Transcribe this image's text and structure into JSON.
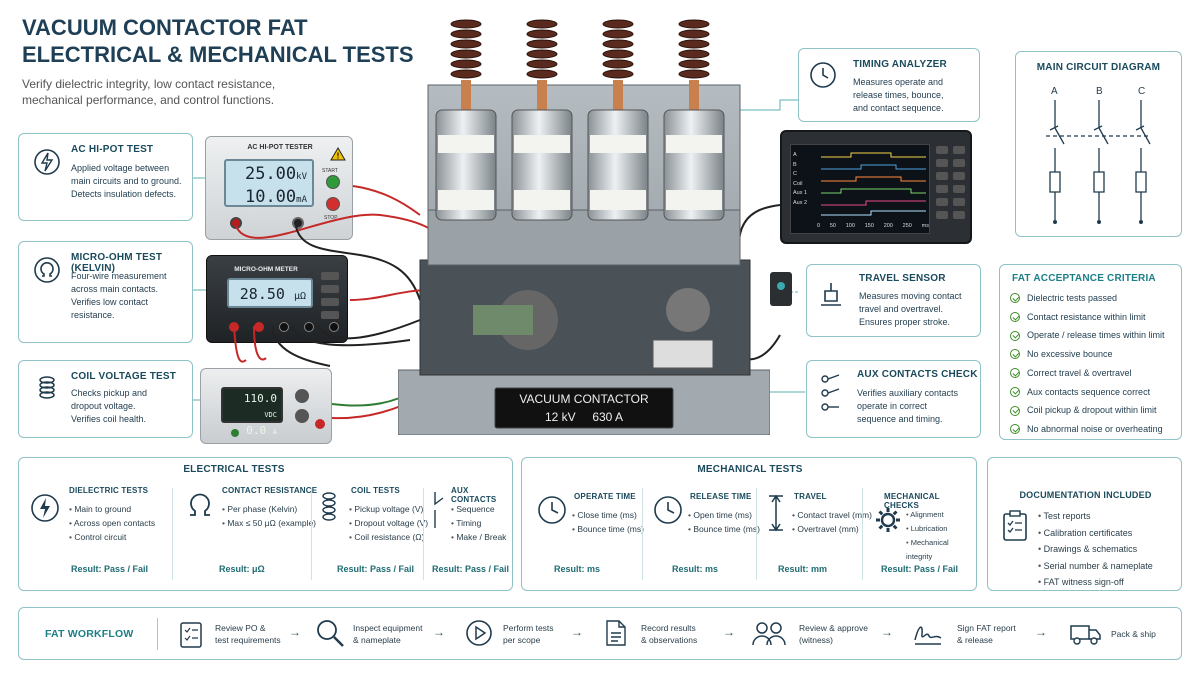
{
  "title_line1": "VACUUM CONTACTOR FAT",
  "title_line2": "ELECTRICAL & MECHANICAL TESTS",
  "subtitle_line1": "Verify dielectric integrity, low contact resistance,",
  "subtitle_line2": "mechanical performance, and control functions.",
  "left_panels": [
    {
      "title": "AC HI-POT TEST",
      "lines": [
        "Applied voltage between",
        "main circuits and to ground.",
        "Detects insulation defects."
      ]
    },
    {
      "title": "MICRO-OHM TEST (KELVIN)",
      "lines": [
        "Four-wire measurement",
        "across main contacts.",
        "Verifies low contact",
        "resistance."
      ]
    },
    {
      "title": "COIL VOLTAGE TEST",
      "lines": [
        "Checks pickup and",
        "dropout voltage.",
        "Verifies coil health."
      ]
    }
  ],
  "hipot": {
    "name": "AC HI-POT TESTER",
    "kv": "25.00",
    "kv_unit": "kV",
    "ma": "10.00",
    "ma_unit": "mA",
    "start": "START",
    "stop": "STOP"
  },
  "micro": {
    "name": "MICRO-OHM METER",
    "value": "28.50",
    "unit": "μΩ"
  },
  "coil": {
    "value": "110.0",
    "unit": "VDC",
    "value2": "0.0",
    "unit2": "A"
  },
  "right_panels": [
    {
      "title": "TIMING ANALYZER",
      "lines": [
        "Measures operate and",
        "release times, bounce,",
        "and contact sequence."
      ]
    },
    {
      "title": "TRAVEL SENSOR",
      "lines": [
        "Measures moving contact",
        "travel and overtravel.",
        "Ensures proper stroke."
      ]
    },
    {
      "title": "AUX CONTACTS CHECK",
      "lines": [
        "Verifies auxiliary contacts",
        "operate in correct",
        "sequence and timing."
      ]
    }
  ],
  "analyzer": {
    "channels": [
      "A",
      "B",
      "C",
      "Coil",
      "Aux 1",
      "Aux 2"
    ],
    "ticks": [
      "0",
      "50",
      "100",
      "150",
      "200",
      "250",
      "ms"
    ]
  },
  "nameplate": {
    "line1": "VACUUM CONTACTOR",
    "line2": "12 kV     630 A"
  },
  "circuit": {
    "title": "MAIN CIRCUIT DIAGRAM",
    "phases": [
      "A",
      "B",
      "C"
    ]
  },
  "criteria": {
    "title": "FAT ACCEPTANCE CRITERIA",
    "items": [
      "Dielectric tests passed",
      "Contact resistance within limit",
      "Operate / release times within limit",
      "No excessive bounce",
      "Correct travel & overtravel",
      "Aux contacts sequence correct",
      "Coil pickup & dropout within limit",
      "No abnormal noise or overheating"
    ]
  },
  "electrical": {
    "title": "ELECTRICAL TESTS",
    "cols": [
      {
        "title": "DIELECTRIC TESTS",
        "items": [
          "Main to ground",
          "Across open contacts",
          "Control circuit"
        ],
        "result": "Result: Pass / Fail"
      },
      {
        "title": "CONTACT RESISTANCE",
        "items": [
          "Per phase (Kelvin)",
          "Max ≤ 50 μΩ (example)"
        ],
        "result": "Result: μΩ"
      },
      {
        "title": "COIL TESTS",
        "items": [
          "Pickup voltage (V)",
          "Dropout voltage (V)",
          "Coil resistance (Ω)"
        ],
        "result": "Result: Pass / Fail"
      },
      {
        "title": "AUX CONTACTS",
        "items": [
          "Sequence",
          "Timing",
          "Make / Break"
        ],
        "result": "Result: Pass / Fail"
      }
    ]
  },
  "mechanical": {
    "title": "MECHANICAL TESTS",
    "cols": [
      {
        "title": "OPERATE TIME",
        "items": [
          "Close time (ms)",
          "Bounce time (ms)"
        ],
        "result": "Result: ms"
      },
      {
        "title": "RELEASE TIME",
        "items": [
          "Open time (ms)",
          "Bounce time (ms)"
        ],
        "result": "Result: ms"
      },
      {
        "title": "TRAVEL",
        "items": [
          "Contact travel (mm)",
          "Overtravel (mm)"
        ],
        "result": "Result: mm"
      },
      {
        "title": "MECHANICAL CHECKS",
        "items": [
          "Alignment",
          "Lubrication",
          "Mechanical integrity"
        ],
        "result": "Result: Pass / Fail"
      }
    ]
  },
  "documentation": {
    "title": "DOCUMENTATION INCLUDED",
    "items": [
      "Test reports",
      "Calibration certificates",
      "Drawings & schematics",
      "Serial number & nameplate",
      "FAT witness sign-off"
    ]
  },
  "workflow": {
    "title": "FAT WORKFLOW",
    "steps": [
      {
        "l1": "Review PO &",
        "l2": "test requirements"
      },
      {
        "l1": "Inspect equipment",
        "l2": "& nameplate"
      },
      {
        "l1": "Perform tests",
        "l2": "per scope"
      },
      {
        "l1": "Record results",
        "l2": "& observations"
      },
      {
        "l1": "Review & approve",
        "l2": "(witness)"
      },
      {
        "l1": "Sign FAT report",
        "l2": "& release"
      },
      {
        "l1": "Pack & ship",
        "l2": ""
      }
    ]
  }
}
